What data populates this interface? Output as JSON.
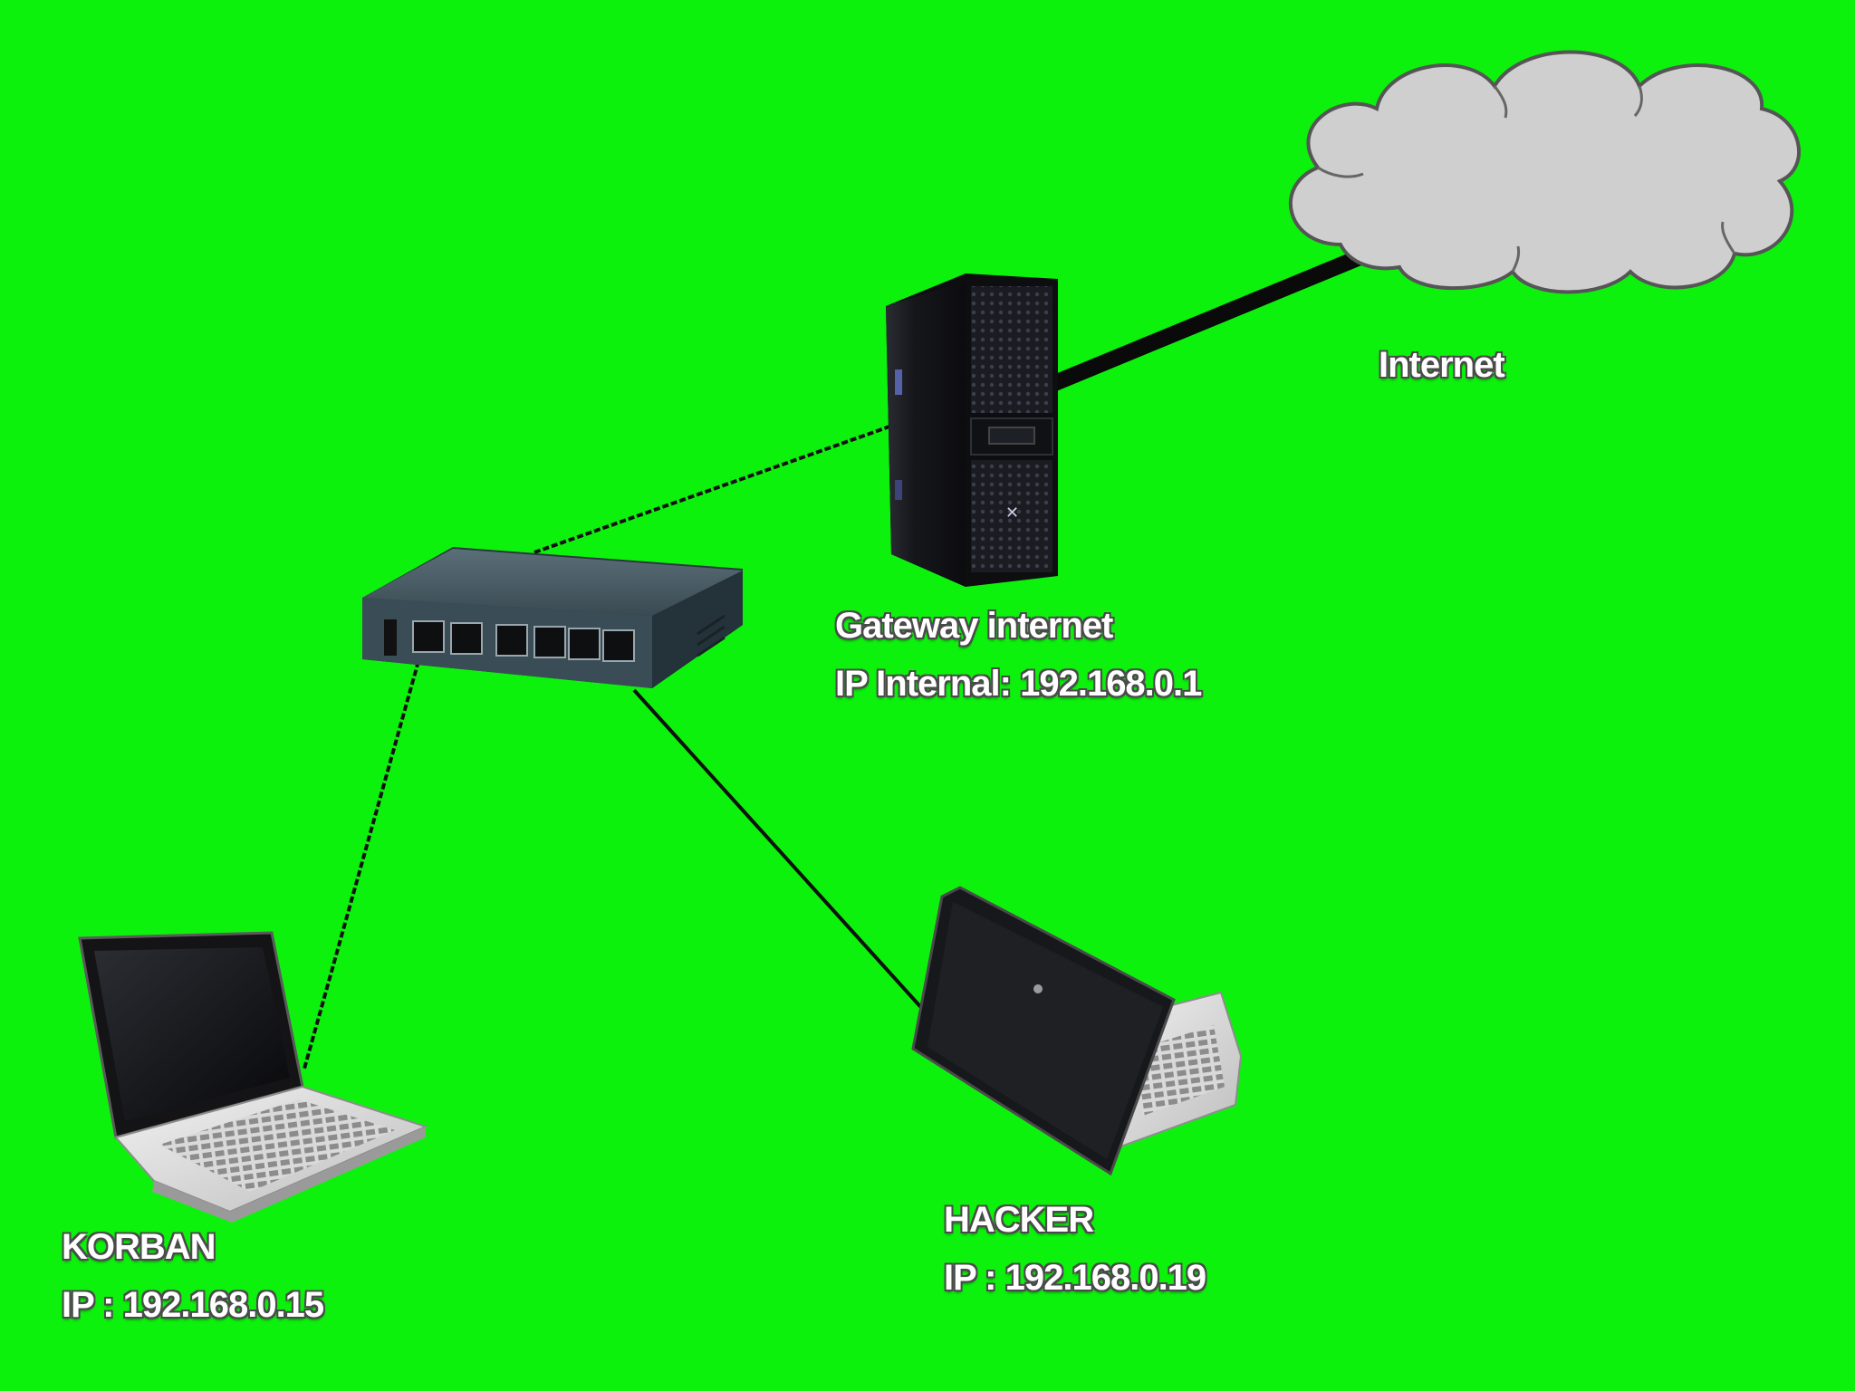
{
  "diagram": {
    "colors": {
      "background": "#0df20d",
      "cloud_fill": "#cfcfcf",
      "cloud_stroke": "#555555",
      "device_dark": "#1e1f24",
      "switch_body": "#3f5159",
      "cable": "#111111"
    },
    "nodes": {
      "internet": {
        "icon": "cloud-icon",
        "label": "Internet"
      },
      "gateway": {
        "icon": "server-tower-icon",
        "name": "Gateway internet",
        "ip": "IP Internal: 192.168.0.1"
      },
      "switch": {
        "icon": "network-switch-icon"
      },
      "victim": {
        "icon": "laptop-icon",
        "name": "KORBAN",
        "ip": "IP : 192.168.0.15"
      },
      "attacker": {
        "icon": "laptop-icon",
        "name": "HACKER",
        "ip": "IP : 192.168.0.19"
      }
    },
    "links": [
      {
        "from": "gateway",
        "to": "internet",
        "style": "thick"
      },
      {
        "from": "switch",
        "to": "gateway",
        "style": "thin"
      },
      {
        "from": "switch",
        "to": "victim",
        "style": "thin"
      },
      {
        "from": "switch",
        "to": "attacker",
        "style": "thin"
      }
    ]
  }
}
